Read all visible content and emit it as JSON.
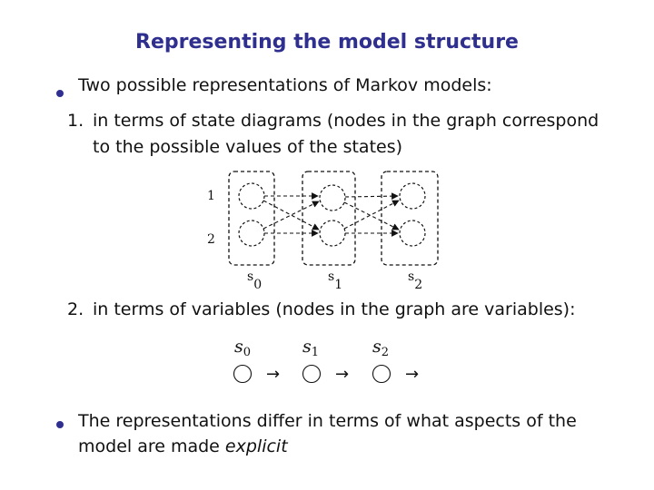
{
  "slide": {
    "title": "Representing the model structure",
    "bullet1": "Two possible representations of Markov models:",
    "item1_num": "1.",
    "item1_line1": "in terms of state diagrams (nodes in the graph correspond",
    "item1_line2": "to the possible values of the states)",
    "item2_num": "2.",
    "item2_line1": "in terms of variables (nodes in the graph are variables):",
    "bullet2_line1": "The representations differ in terms of what aspects of the",
    "bullet2_line2_prefix": "model are made ",
    "bullet2_line2_em": "explicit"
  },
  "state_diagram": {
    "row_labels": [
      "1",
      "2"
    ],
    "column_labels": [
      {
        "base": "s",
        "sub": "0"
      },
      {
        "base": "s",
        "sub": "1"
      },
      {
        "base": "s",
        "sub": "2"
      }
    ]
  },
  "variable_diagram": {
    "labels": [
      {
        "base": "s",
        "sub": "0"
      },
      {
        "base": "s",
        "sub": "1"
      },
      {
        "base": "s",
        "sub": "2"
      }
    ],
    "arrow_glyph": "→"
  },
  "colors": {
    "title": "#2f2f8f",
    "text": "#111111"
  }
}
